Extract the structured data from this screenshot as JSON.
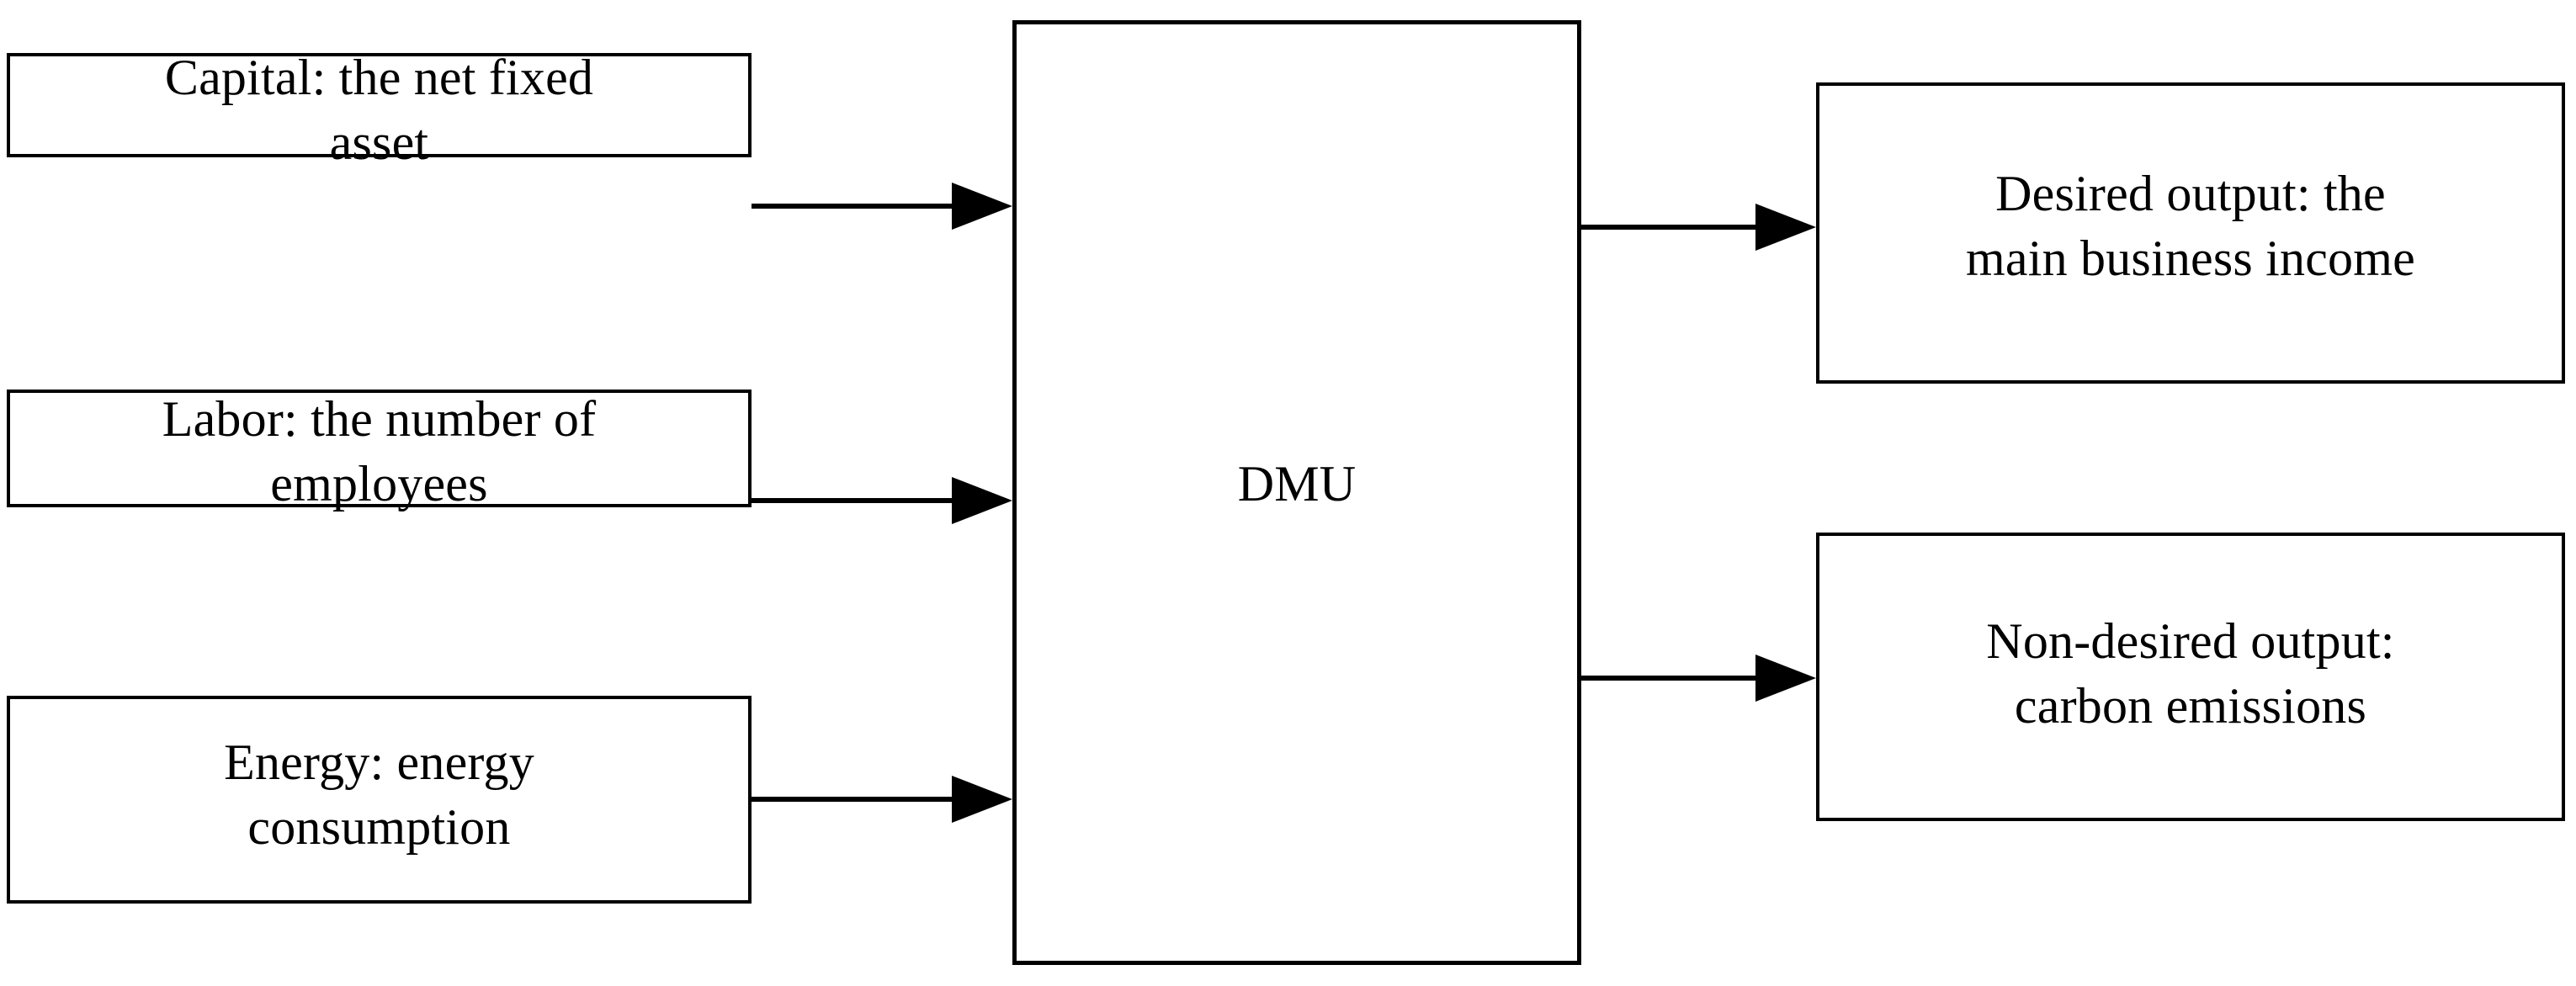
{
  "diagram": {
    "title": "DMU input-output diagram",
    "background_color": "#ffffff",
    "line_color": "#000000",
    "inputs": [
      {
        "id": "capital",
        "label": "Capital: the net fixed\nasset"
      },
      {
        "id": "labor",
        "label": "Labor: the number of\nemployees"
      },
      {
        "id": "energy",
        "label": "Energy: energy\nconsumption"
      }
    ],
    "process": {
      "id": "dmu",
      "label": "DMU"
    },
    "outputs": [
      {
        "id": "desired",
        "label": "Desired output: the\nmain business income"
      },
      {
        "id": "non-desired",
        "label": "Non-desired output:\ncarbon emissions"
      }
    ],
    "edges": [
      {
        "id": "capital-to-dmu",
        "from": "capital",
        "to": "dmu",
        "arrowhead": "filled-triangle-right"
      },
      {
        "id": "labor-to-dmu",
        "from": "labor",
        "to": "dmu",
        "arrowhead": "filled-triangle-right"
      },
      {
        "id": "energy-to-dmu",
        "from": "energy",
        "to": "dmu",
        "arrowhead": "filled-triangle-right"
      },
      {
        "id": "dmu-to-desired",
        "from": "dmu",
        "to": "desired",
        "arrowhead": "filled-triangle-right"
      },
      {
        "id": "dmu-to-non-desired",
        "from": "dmu",
        "to": "non-desired",
        "arrowhead": "filled-triangle-right"
      }
    ]
  }
}
